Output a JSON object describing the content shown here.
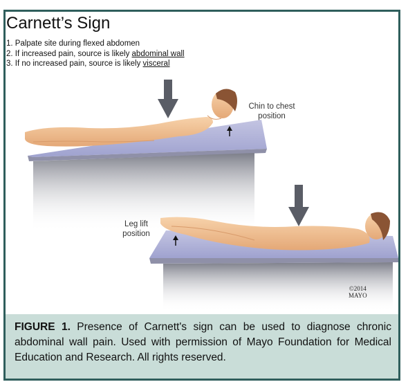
{
  "title": "Carnett’s Sign",
  "steps": [
    {
      "prefix": "1. Palpate site during flexed abdomen",
      "linked": ""
    },
    {
      "prefix": "2. If increased pain, source is likely ",
      "linked": "abdominal wall"
    },
    {
      "prefix": "3. If no increased pain, source is likely ",
      "linked": "visceral"
    }
  ],
  "labels": {
    "top_line1": "Chin to chest",
    "top_line2": "position",
    "bottom_line1": "Leg lift",
    "bottom_line2": "position"
  },
  "copyright": {
    "line1": "©2014",
    "line2": "MAYO"
  },
  "caption": {
    "label": "FIGURE 1.",
    "text": " Presence of Carnett's sign can be used to diagnose chronic abdominal wall pain. Used with permission of Mayo Foundation for Medical Education and Research. All rights reserved."
  },
  "colors": {
    "frame": "#2f5e5c",
    "caption_bg": "#c9ddd8",
    "table_top": "#aeb0d6",
    "table_side": "#8a8c97",
    "arrow": "#5a5d66",
    "skin": "#f3c69a",
    "hair": "#8a5434"
  }
}
